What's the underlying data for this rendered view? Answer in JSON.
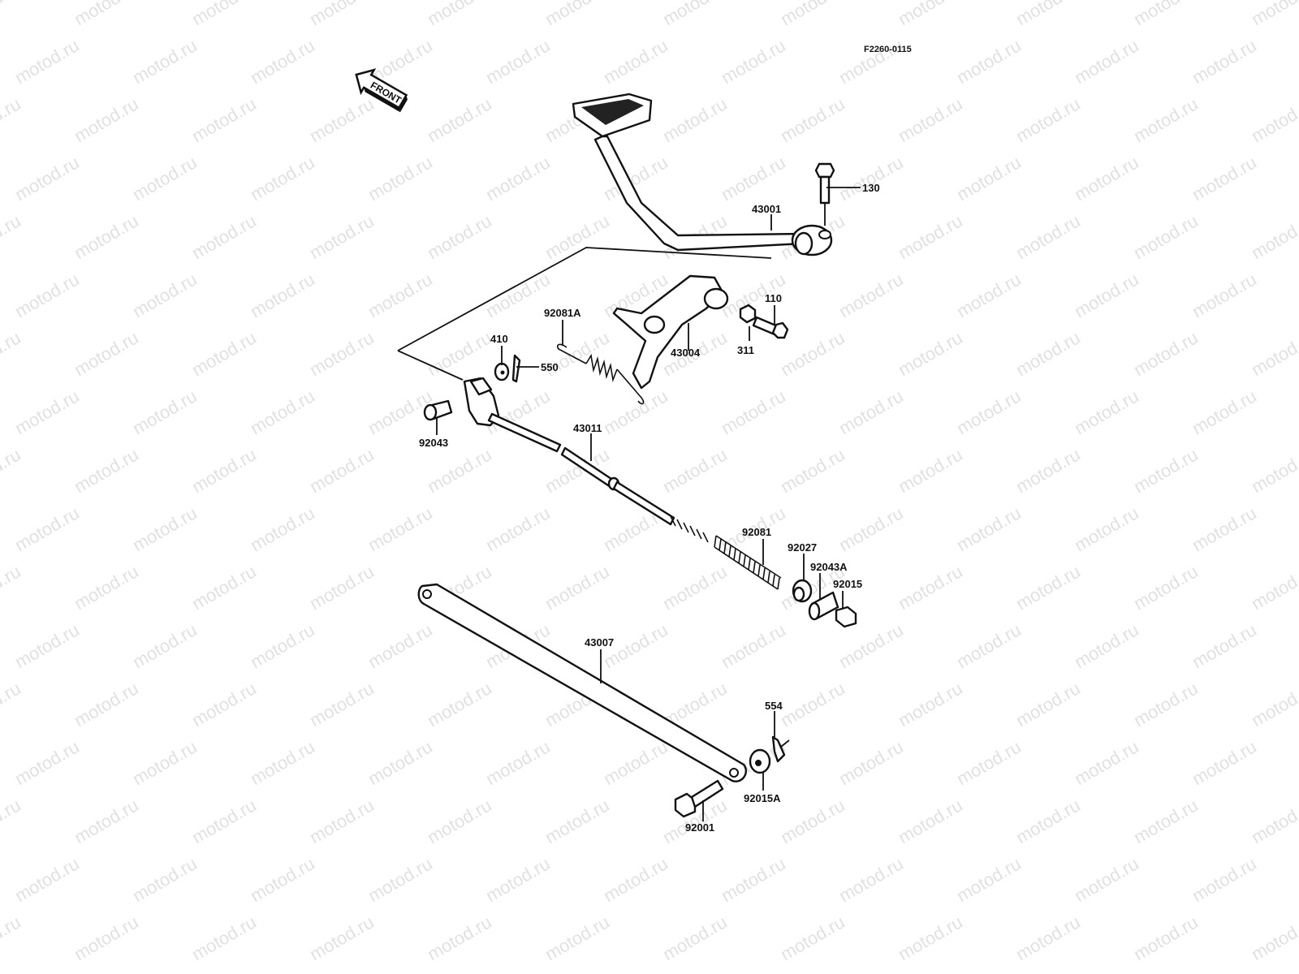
{
  "diagram": {
    "code": "F2260-0115",
    "direction_marker": "FRONT",
    "watermark": "motod.ru",
    "parts": [
      {
        "id": "130",
        "label": "130",
        "desc": "bolt"
      },
      {
        "id": "43001",
        "label": "43001",
        "desc": "brake pedal"
      },
      {
        "id": "110",
        "label": "110",
        "desc": "bolt"
      },
      {
        "id": "311",
        "label": "311",
        "desc": "nut"
      },
      {
        "id": "43004",
        "label": "43004",
        "desc": "brake lever shaft"
      },
      {
        "id": "92081A",
        "label": "92081A",
        "desc": "return spring"
      },
      {
        "id": "410",
        "label": "410",
        "desc": "washer"
      },
      {
        "id": "550",
        "label": "550",
        "desc": "cotter pin"
      },
      {
        "id": "92043",
        "label": "92043",
        "desc": "pin"
      },
      {
        "id": "43011",
        "label": "43011",
        "desc": "brake rod"
      },
      {
        "id": "92081",
        "label": "92081",
        "desc": "spring"
      },
      {
        "id": "92027",
        "label": "92027",
        "desc": "collar"
      },
      {
        "id": "92043A",
        "label": "92043A",
        "desc": "joint pin"
      },
      {
        "id": "92015",
        "label": "92015",
        "desc": "adjusting nut"
      },
      {
        "id": "43007",
        "label": "43007",
        "desc": "torque link"
      },
      {
        "id": "554",
        "label": "554",
        "desc": "cotter pin"
      },
      {
        "id": "92015A",
        "label": "92015A",
        "desc": "nut"
      },
      {
        "id": "92001",
        "label": "92001",
        "desc": "bolt"
      }
    ]
  }
}
